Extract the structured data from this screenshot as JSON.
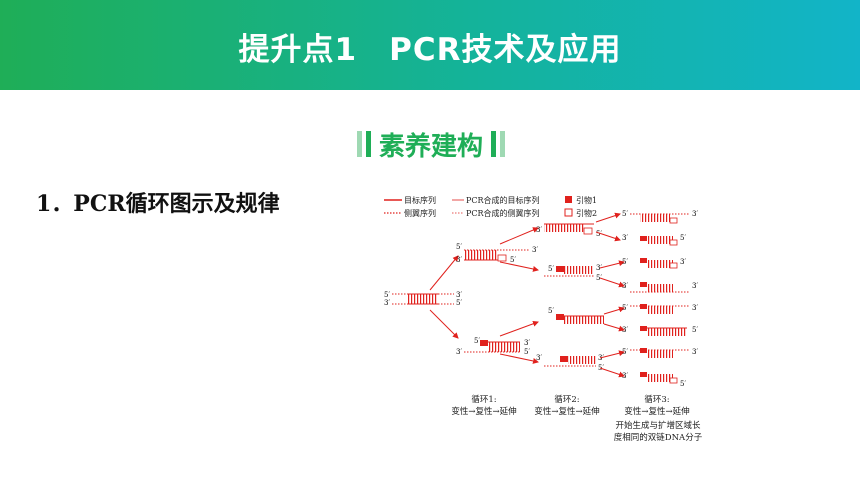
{
  "header": {
    "title": "提升点1　PCR技术及应用"
  },
  "section": {
    "label": "素养建构"
  },
  "point": {
    "title": "1．PCR循环图示及规律"
  },
  "legend": {
    "target": "目标序列",
    "pcr_target": "PCR合成的目标序列",
    "primer1": "引物1",
    "flank": "侧翼序列",
    "pcr_flank": "PCR合成的侧翼序列",
    "primer2": "引物2"
  },
  "ends": {
    "five": "5′",
    "three": "3′"
  },
  "cycles": [
    {
      "name": "循环1:",
      "steps": "变性→复性→延伸"
    },
    {
      "name": "循环2:",
      "steps": "变性→复性→延伸"
    },
    {
      "name": "循环3:",
      "steps": "变性→复性→延伸"
    }
  ],
  "note": {
    "line1": "开始生成与扩增区域长",
    "line2": "度相同的双链DNA分子"
  },
  "colors": {
    "green": "#1fae57",
    "teal": "#12b4c8",
    "red": "#e0211d"
  }
}
